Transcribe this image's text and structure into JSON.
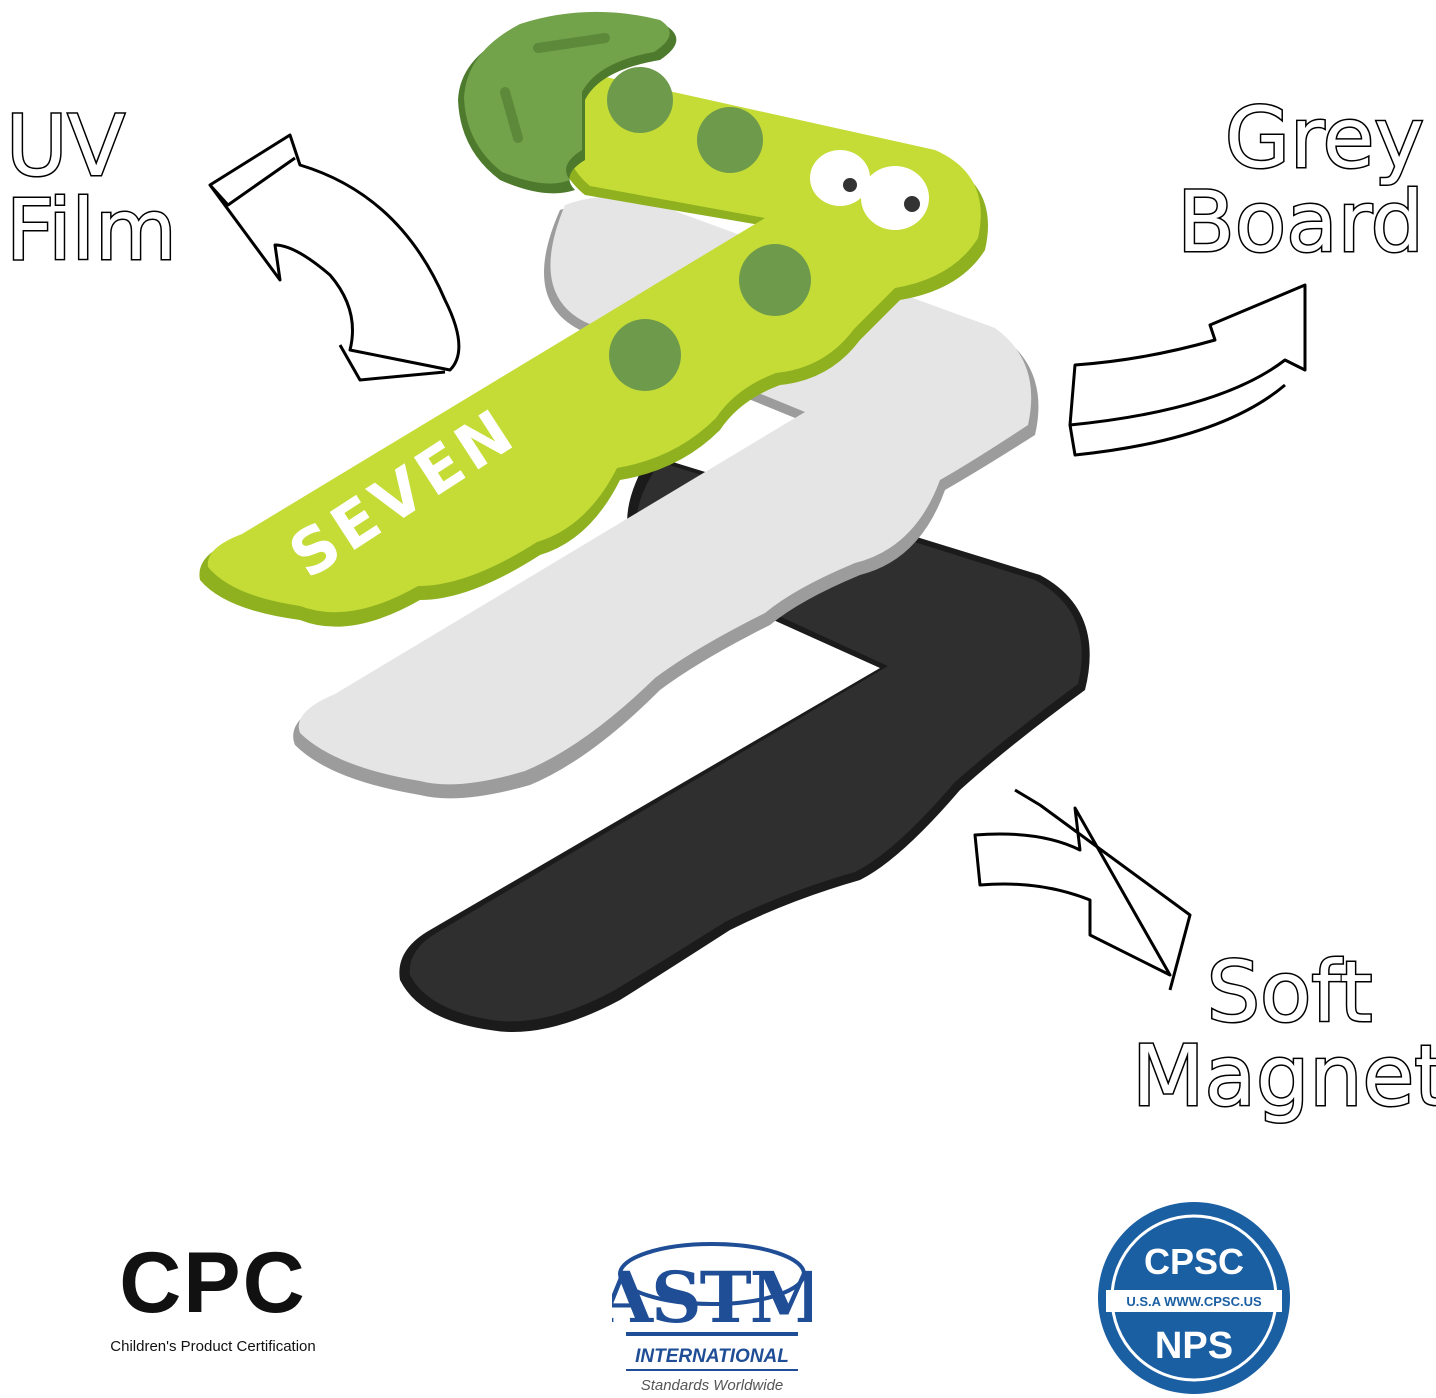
{
  "product_word": "SEVEN",
  "layers": {
    "uv_film": [
      "UV",
      "Film"
    ],
    "grey_board": [
      "Grey",
      "Board"
    ],
    "soft_magnet": [
      "Soft",
      "Magnet"
    ]
  },
  "certifications": {
    "cpc": {
      "title": "CPC",
      "subtitle": "Children's Product Certification"
    },
    "astm": {
      "mark": "ASTM",
      "name": "INTERNATIONAL",
      "tagline": "Standards Worldwide"
    },
    "cpsc": {
      "title": "CPSC",
      "url_line": "U.S.A  WWW.CPSC.US",
      "bottom": "NPS"
    }
  },
  "colors": {
    "uv_film": "#c5dc37",
    "uv_film_edge": "#8fb11f",
    "spots": "#6e9a4c",
    "cap": "#6c9b45",
    "grey_board": "#e3e3e3",
    "grey_board_edge": "#a8a8a8",
    "soft_magnet": "#2b2b2b",
    "cpsc_blue": "#1b5fa3",
    "astm_blue": "#1f4e96"
  },
  "icons": [
    "curved-arrow-icon",
    "curved-arrow-icon",
    "curved-arrow-icon"
  ]
}
